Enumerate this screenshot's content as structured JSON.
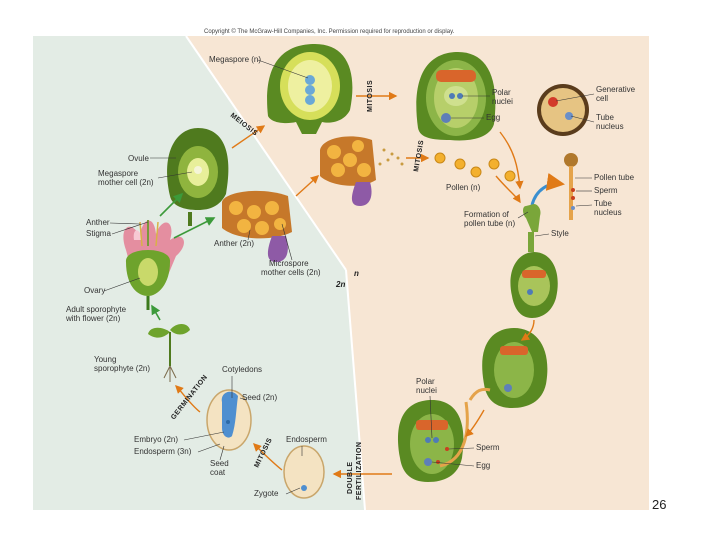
{
  "copyright": "Copyright © The McGraw-Hill Companies, Inc. Permission required for reproduction or display.",
  "labels": {
    "megaspore": "Megaspore (n)",
    "polar_nuclei_top_1": "Polar",
    "polar_nuclei_top_2": "nuclei",
    "egg_top": "Egg",
    "generative_cell_1": "Generative",
    "generative_cell_2": "cell",
    "tube_nucleus_top_1": "Tube",
    "tube_nucleus_top_2": "nucleus",
    "ovule": "Ovule",
    "mmc_1": "Megaspore",
    "mmc_2": "mother cell (2n)",
    "pollen": "Pollen (n)",
    "pollen_tube": "Pollen tube",
    "sperm_right": "Sperm",
    "tube_nucleus_right_1": "Tube",
    "tube_nucleus_right_2": "nucleus",
    "formation_1": "Formation of",
    "formation_2": "pollen tube (n)",
    "style": "Style",
    "anther_left": "Anther",
    "stigma": "Stigma",
    "anther_2n": "Anther (2n)",
    "microspore_1": "Microspore",
    "microspore_2": "mother cells (2n)",
    "ploidy_n": "n",
    "ploidy_2n": "2n",
    "ovary": "Ovary",
    "adult_1": "Adult sporophyte",
    "adult_2": "with flower (2n)",
    "young_1": "Young",
    "young_2": "sporophyte (2n)",
    "cotyledons": "Cotyledons",
    "seed": "Seed (2n)",
    "polar_nuclei_bottom_1": "Polar",
    "polar_nuclei_bottom_2": "nuclei",
    "embryo": "Embryo (2n)",
    "endosperm_3n": "Endosperm (3n)",
    "endosperm": "Endosperm",
    "seed_coat_1": "Seed",
    "seed_coat_2": "coat",
    "sperm_bottom": "Sperm",
    "egg_bottom": "Egg",
    "zygote": "Zygote"
  },
  "stages": {
    "meiosis_top": "MEIOSIS",
    "mitosis_top": "MITOSIS",
    "mitosis_mid": "MITOSIS",
    "germination": "GERMINATION",
    "mitosis_bottom": "MITOSIS",
    "double_1": "DOUBLE",
    "double_2": "FERTILIZATION"
  },
  "page_number": "26"
}
